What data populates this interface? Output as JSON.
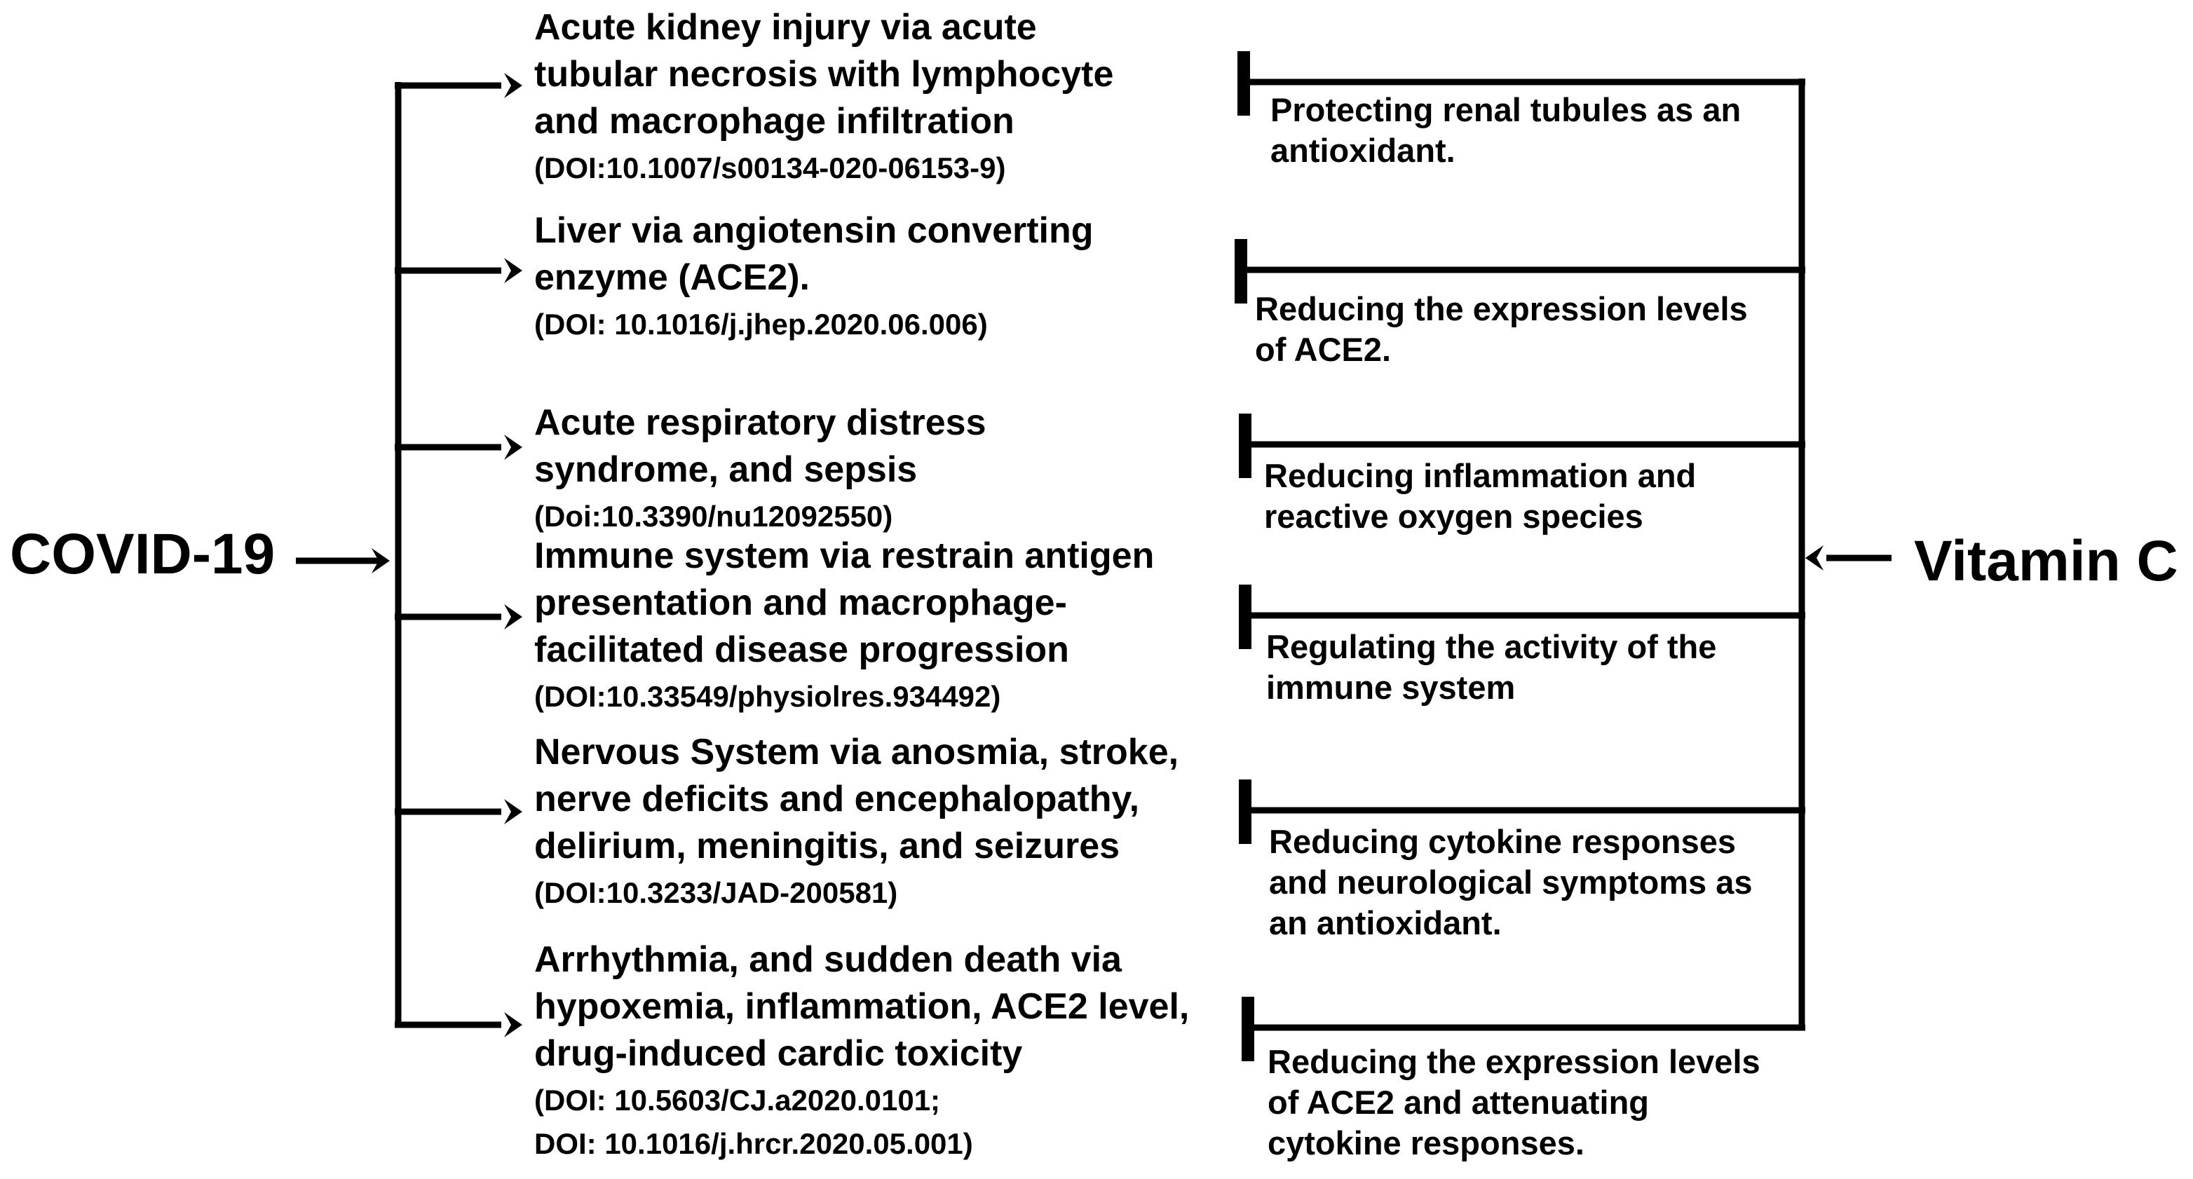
{
  "source": {
    "label": "COVID-19"
  },
  "treatment": {
    "label": "Vitamin C"
  },
  "effects": [
    {
      "lines": [
        "Acute kidney injury via acute",
        "tubular necrosis with lymphocyte",
        "and macrophage infiltration"
      ],
      "doi": [
        "(DOI:10.1007/s00134-020-06153-9)"
      ]
    },
    {
      "lines": [
        "Liver via angiotensin converting",
        "enzyme (ACE2)."
      ],
      "doi": [
        "(DOI: 10.1016/j.jhep.2020.06.006)"
      ]
    },
    {
      "lines": [
        "Acute respiratory distress",
        "syndrome, and sepsis"
      ],
      "doi": [
        "(Doi:10.3390/nu12092550)"
      ]
    },
    {
      "lines": [
        "Immune system via restrain antigen",
        "presentation and macrophage-",
        "facilitated disease progression"
      ],
      "doi": [
        "(DOI:10.33549/physiolres.934492)"
      ]
    },
    {
      "lines": [
        "Nervous System via anosmia, stroke,",
        "nerve deficits and encephalopathy,",
        "delirium, meningitis, and seizures"
      ],
      "doi": [
        "(DOI:10.3233/JAD-200581)"
      ]
    },
    {
      "lines": [
        "Arrhythmia, and sudden death via",
        "hypoxemia, inflammation, ACE2 level,",
        "drug-induced cardic toxicity"
      ],
      "doi": [
        "(DOI: 10.5603/CJ.a2020.0101;",
        "DOI: 10.1016/j.hrcr.2020.05.001)"
      ]
    }
  ],
  "actions": [
    {
      "lines": [
        "Protecting renal tubules as an",
        "antioxidant."
      ]
    },
    {
      "lines": [
        "Reducing the expression levels",
        "of ACE2."
      ]
    },
    {
      "lines": [
        "Reducing inflammation and",
        "reactive oxygen species"
      ]
    },
    {
      "lines": [
        "Regulating the activity of the",
        "immune system"
      ]
    },
    {
      "lines": [
        "Reducing cytokine responses",
        "and neurological symptoms as",
        "an antioxidant."
      ]
    },
    {
      "lines": [
        "Reducing the expression levels",
        "of ACE2 and attenuating",
        "cytokine responses."
      ]
    }
  ]
}
